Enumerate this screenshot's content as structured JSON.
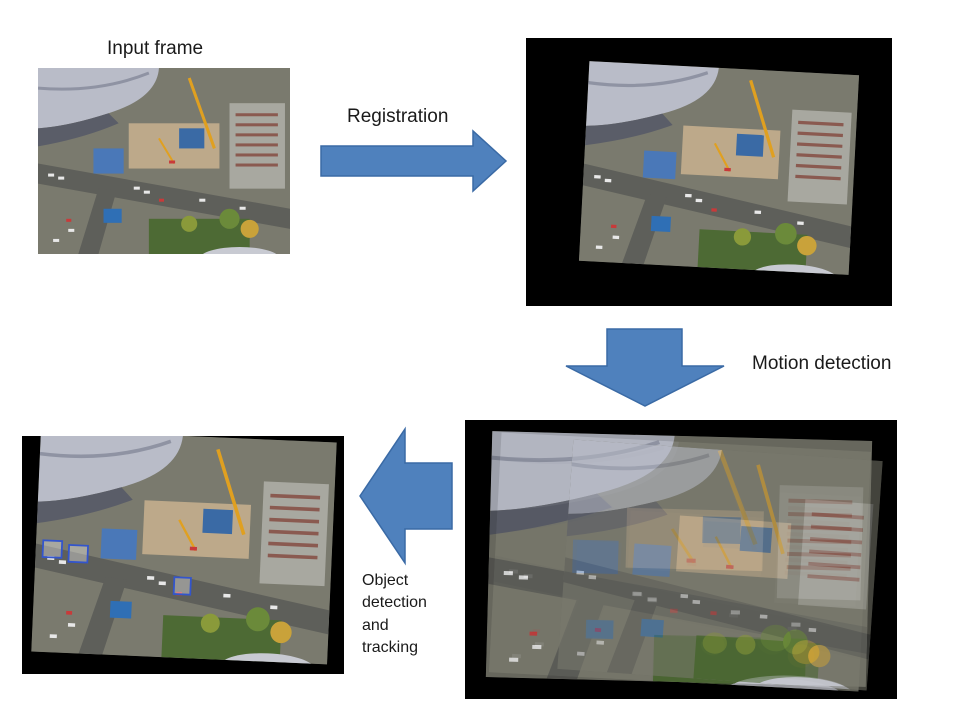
{
  "labels": {
    "input_frame": "Input frame",
    "registration": "Registration",
    "motion_detection": "Motion detection",
    "object_detection_line1": "Object",
    "object_detection_line2": "detection",
    "object_detection_line3": "and",
    "object_detection_line4": "tracking"
  },
  "colors": {
    "arrow_fill": "#4f81bd",
    "arrow_stroke": "#3a6aa5",
    "frame_background": "#000000",
    "page_background": "#ffffff"
  },
  "icons": {
    "flow_arrows": [
      "arrow-right-icon",
      "arrow-down-icon",
      "arrow-left-icon"
    ],
    "detection_boxes": 3
  }
}
